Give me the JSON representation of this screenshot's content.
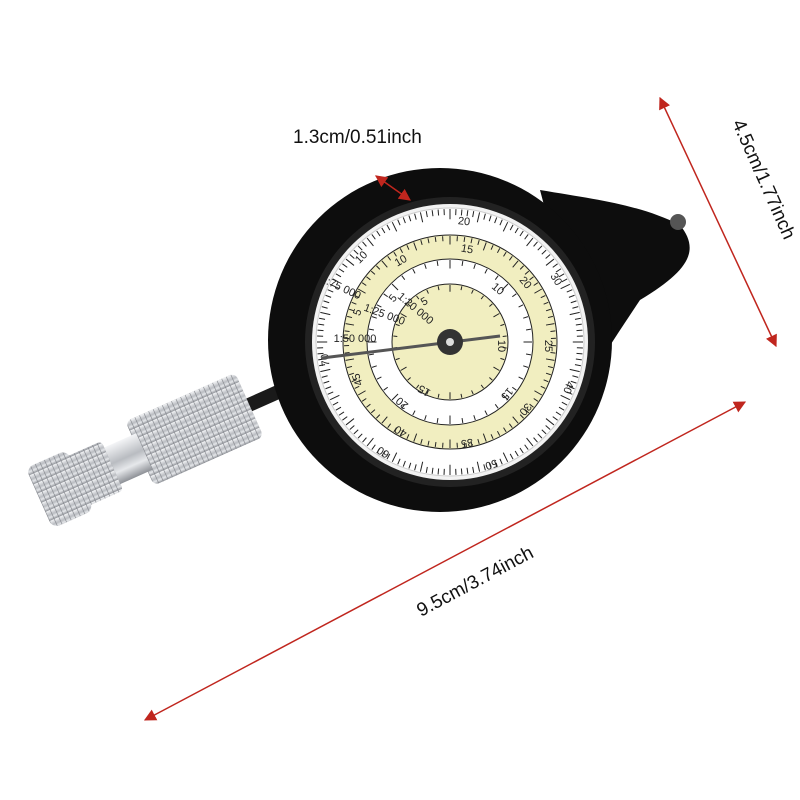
{
  "dimensions": {
    "thickness": "1.3cm/0.51inch",
    "width": "4.5cm/1.77inch",
    "length": "9.5cm/3.74inch"
  },
  "colors": {
    "arrow": "#c0261e",
    "body": "#0d0d0d",
    "dial_yellow": "#f1eec0",
    "dial_white": "#ffffff",
    "knob": "#c9cbcf"
  },
  "dial": {
    "outer_scale": [
      "10",
      "20",
      "30",
      "40",
      "50",
      "60",
      "70"
    ],
    "outer_ring_label": "1:75 000",
    "yellow_scale": [
      "5",
      "10",
      "15",
      "20",
      "25",
      "30",
      "35",
      "40",
      "45"
    ],
    "yellow_ring_label": "1:50 000",
    "white_scale": [
      "5",
      "10",
      "15",
      "20"
    ],
    "white_ring_label": "1:25 000",
    "inner_scale": [
      "5",
      "10",
      "15"
    ],
    "inner_ring_label": "1:20 000"
  }
}
